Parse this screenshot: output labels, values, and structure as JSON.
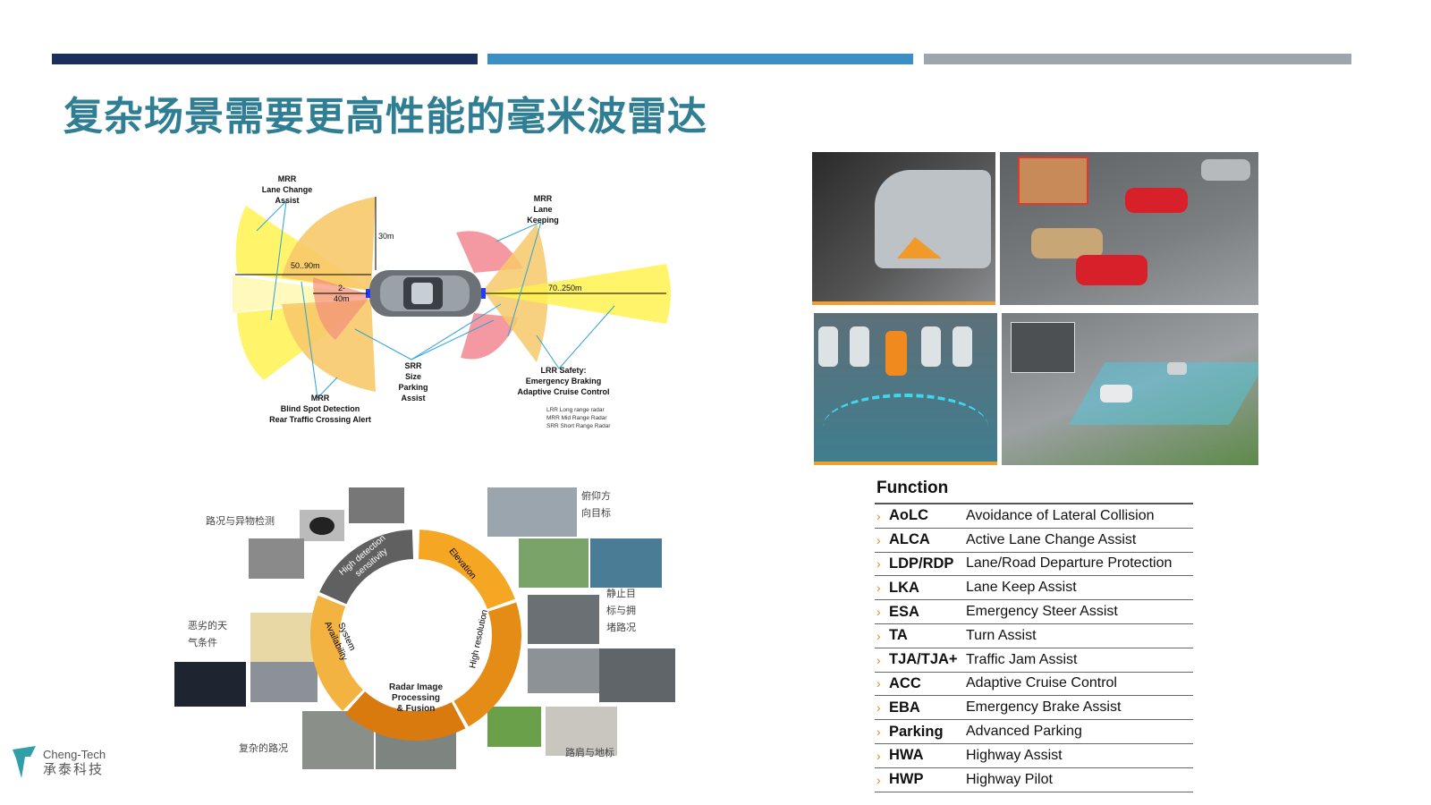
{
  "header": {
    "bars": [
      {
        "color": "#1b2f5c"
      },
      {
        "color": "#3b8fc4"
      },
      {
        "color": "#9ea6ad"
      }
    ],
    "title": "复杂场景需要更高性能的毫米波雷达"
  },
  "radar_diagram": {
    "mrr_lca": [
      "MRR",
      "Lane Change",
      "Assist"
    ],
    "mrr_lk": [
      "MRR",
      "Lane",
      "Keeping"
    ],
    "dist_30": "30m",
    "dist_50_90": "50..90m",
    "dist_2_40": [
      "2-",
      "40m"
    ],
    "dist_70_250": "70..250m",
    "srr": [
      "SRR",
      "Size",
      "Parking",
      "Assist"
    ],
    "lrr": [
      "LRR Safety:",
      "Emergency Braking",
      "Adaptive Cruise Control"
    ],
    "mrr_bsd": [
      "MRR",
      "Blind Spot Detection",
      "Rear Traffic Crossing Alert"
    ],
    "legend": [
      "LRR Long range radar",
      "MRR Mid Range Radar",
      "SRR Short Range Radar"
    ]
  },
  "wheel": {
    "segments": [
      {
        "label": "Elevation",
        "color": "#f5a623"
      },
      {
        "label": "High resolution",
        "color": "#e48c16"
      },
      {
        "label": "Radar Image Processing & Fusion",
        "color": "#d97a0f"
      },
      {
        "label": "System Availability",
        "color": "#f3b340"
      },
      {
        "label": "High detection sensitivity",
        "color": "#606060"
      }
    ],
    "center_label_lines": [
      "Radar Image",
      "Processing",
      "& Fusion"
    ],
    "availability_lines": [
      "System",
      "Availability"
    ],
    "sensitivity_lines": [
      "High detection",
      "sensitivity"
    ],
    "scenes": {
      "road_obstacle": "路况与异物检测",
      "elevation": [
        "俯仰方",
        "向目标"
      ],
      "static": [
        "静止目",
        "标与拥",
        "堵路况"
      ],
      "weather": [
        "恶劣的天",
        "气条件"
      ],
      "complex": "复杂的路况",
      "curb": "路肩与地标"
    }
  },
  "function_table": {
    "title": "Function",
    "rows": [
      {
        "abbr": "AoLC",
        "name": "Avoidance of Lateral Collision"
      },
      {
        "abbr": "ALCA",
        "name": "Active Lane Change Assist"
      },
      {
        "abbr": "LDP/RDP",
        "name": "Lane/Road Departure Protection"
      },
      {
        "abbr": "LKA",
        "name": "Lane Keep Assist"
      },
      {
        "abbr": "ESA",
        "name": "Emergency Steer Assist"
      },
      {
        "abbr": "TA",
        "name": "Turn Assist"
      },
      {
        "abbr": "TJA/TJA+",
        "name": "Traffic Jam Assist"
      },
      {
        "abbr": "ACC",
        "name": "Adaptive Cruise Control"
      },
      {
        "abbr": "EBA",
        "name": "Emergency Brake Assist"
      },
      {
        "abbr": "Parking",
        "name": "Advanced Parking"
      },
      {
        "abbr": "HWA",
        "name": "Highway Assist"
      },
      {
        "abbr": "HWP",
        "name": "Highway Pilot"
      }
    ]
  },
  "logo": {
    "en": "Cheng-Tech",
    "cn": "承泰科技",
    "color": "#2f9fa8"
  }
}
